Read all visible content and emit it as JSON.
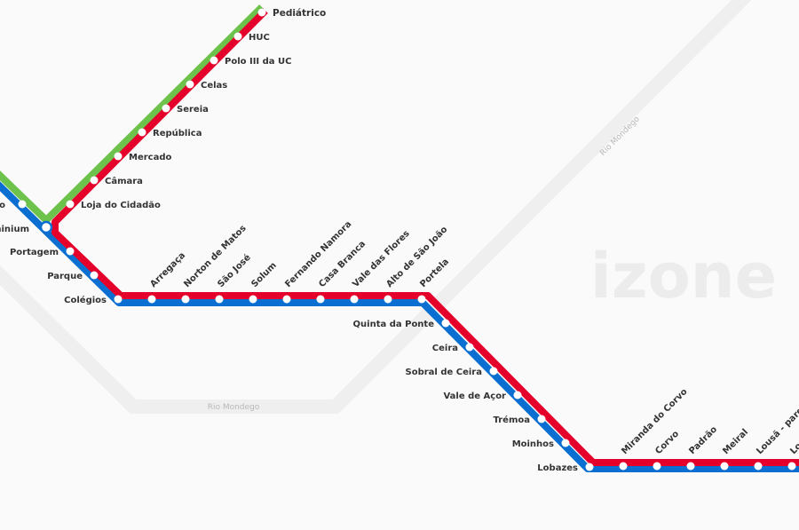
{
  "watermark": "izone",
  "river": {
    "label": "Rio Mondego"
  },
  "colors": {
    "red": "#e4002b",
    "blue": "#0a6fd0",
    "green": "#6cc24a",
    "river": "#ebebeb"
  },
  "stations": {
    "green_red_branch": [
      "Pediátrico",
      "HUC",
      "Polo III da UC",
      "Celas",
      "Sereia",
      "República",
      "Mercado",
      "Câmara",
      "Loja do Cidadão"
    ],
    "left_partial": [
      "o",
      "minium"
    ],
    "left": [
      "Portagem",
      "Parque",
      "Colégios"
    ],
    "horizontal": [
      "Arregaça",
      "Norton de Matos",
      "São José",
      "Solum",
      "Fernando Namora",
      "Casa Branca",
      "Vale das Flores",
      "Alto de São João",
      "Portela"
    ],
    "diagonal": [
      "Quinta da Ponte",
      "Ceira",
      "Sobral de Ceira",
      "Vale de Açor",
      "Trémoa",
      "Moinhos",
      "Lobazes"
    ],
    "bottom": [
      "Miranda do Corvo",
      "Corvo",
      "Padrão",
      "Meiral",
      "Lousã - parque",
      "Lo"
    ]
  }
}
